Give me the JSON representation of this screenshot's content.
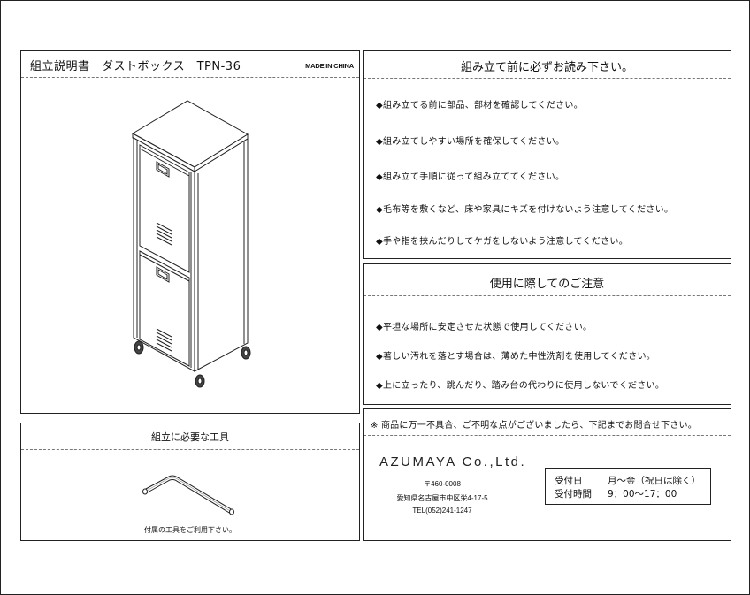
{
  "main_panel": {
    "title": "組立説明書　ダストボックス　TPN-36",
    "made_in": "MADE IN CHINA",
    "illustration": "dust-box-cabinet-with-casters"
  },
  "tools_panel": {
    "heading": "組立に必要な工具",
    "illustration": "hex-key-allen-wrench",
    "note": "付属の工具をご利用下さい。"
  },
  "before_assembly": {
    "heading": "組み立て前に必ずお読み下さい。",
    "items": [
      "◆組み立てる前に部品、部材を確認してください。",
      "◆組み立てしやすい場所を確保してください。",
      "◆組み立て手順に従って組み立ててください。",
      "◆毛布等を敷くなど、床や家具にキズを付けないよう注意してください。",
      "◆手や指を挟んだりしてケガをしないよう注意してください。"
    ]
  },
  "usage_cautions": {
    "heading": "使用に際してのご注意",
    "items": [
      "◆平坦な場所に安定させた状態で使用してください。",
      "◆著しい汚れを落とす場合は、薄めた中性洗剤を使用してください。",
      "◆上に立ったり、跳んだり、踏み台の代わりに使用しないでください。"
    ]
  },
  "contact": {
    "heading": "※ 商品に万一不具合、ご不明な点がございましたら、下記までお問合せ下さい。",
    "company": "AZUMAYA Co.,Ltd.",
    "postal": "〒460-0008",
    "address": "愛知県名古屋市中区栄4-17-5",
    "tel": "TEL(052)241-1247",
    "hours": {
      "days_label": "受付日",
      "days_value": "月～金（祝日は除く）",
      "time_label": "受付時間",
      "time_value": "9：00～17：00"
    }
  }
}
